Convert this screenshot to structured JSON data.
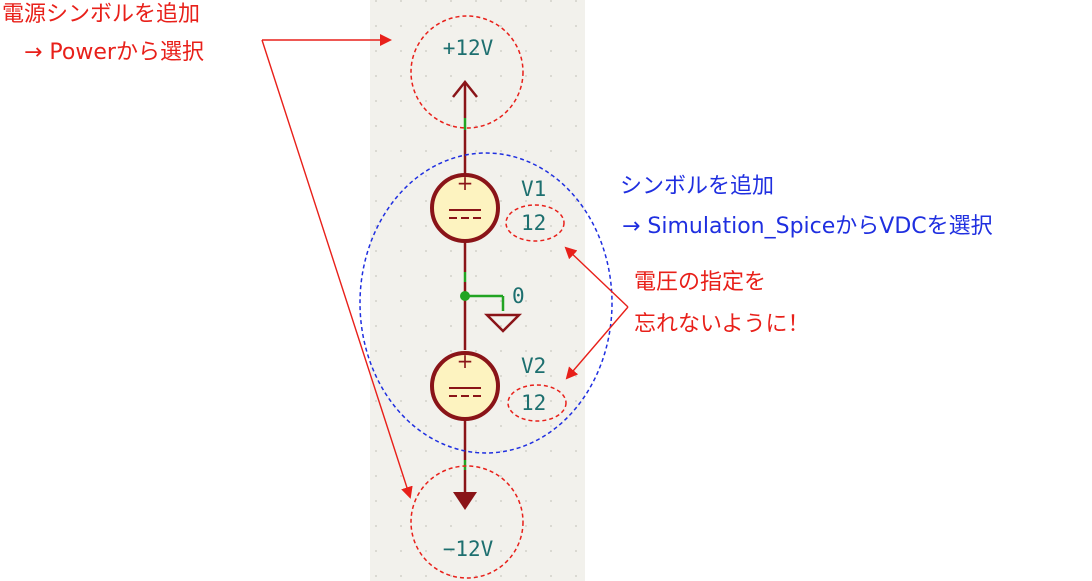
{
  "schematic": {
    "power_top_label": "+12V",
    "power_bottom_label": "−12V",
    "ground_label": "0",
    "v1_ref": "V1",
    "v1_value": "12",
    "v2_ref": "V2",
    "v2_value": "12"
  },
  "annotations": {
    "power_note_line1": "電源シンボルを追加",
    "power_note_line2": "→ Powerから選択",
    "symbol_note_line1": "シンボルを追加",
    "symbol_note_line2": "→ Simulation_SpiceからVDCを選択",
    "voltage_note_line1": "電圧の指定を",
    "voltage_note_line2": "忘れないように！"
  },
  "colors": {
    "sheet_bg": "#f2f1ec",
    "wire_green": "#22a422",
    "component_dark_red": "#8a1418",
    "component_fill": "#fdf3c0",
    "label_teal": "#1d6f6f",
    "note_red": "#e8201a",
    "note_blue": "#1f2fe0"
  }
}
